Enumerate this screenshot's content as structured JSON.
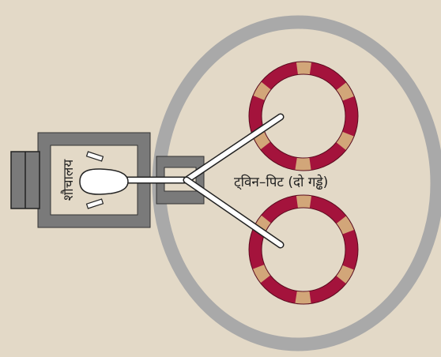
{
  "labels": {
    "toilet": "शौचालय",
    "twin_pit": "ट्विन–पिट (दो गड्ढे)"
  },
  "colors": {
    "background": "#e3d9c7",
    "outer_ring": "#a9a9a9",
    "pit_ring": "#a4133c",
    "pit_segments": "#d2a679",
    "toilet_room_wall": "#7a7a7a",
    "pipe": "#ffffff",
    "outline": "#222222"
  },
  "pits": [
    {
      "name": "upper-pit"
    },
    {
      "name": "lower-pit"
    }
  ]
}
